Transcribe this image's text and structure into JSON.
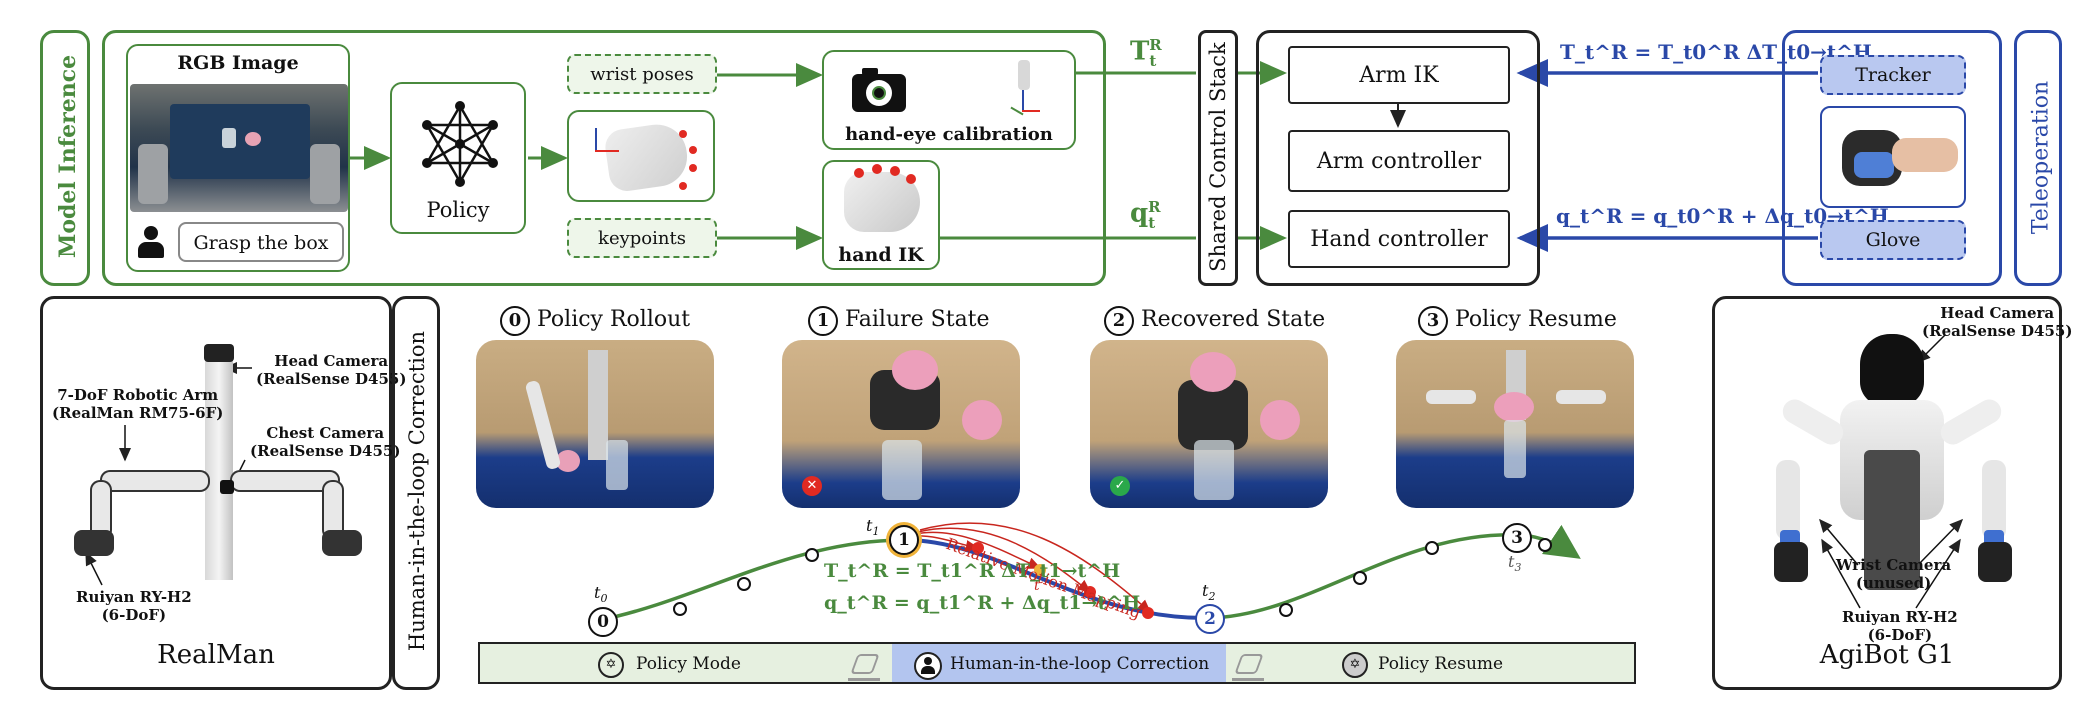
{
  "top": {
    "model_inference": "Model Inference",
    "rgb_image": "RGB Image",
    "grasp": "Grasp the box",
    "policy": "Policy",
    "wrist_poses": "wrist poses",
    "keypoints": "keypoints",
    "hand_eye": "hand-eye calibration",
    "hand_ik": "hand IK",
    "shared_stack": "Shared Control Stack",
    "arm_ik": "Arm IK",
    "arm_controller": "Arm controller",
    "hand_controller": "Hand controller",
    "tracker": "Tracker",
    "glove": "Glove",
    "teleoperation": "Teleoperation",
    "T_left": "T",
    "T_left_sub": "t",
    "T_left_sup": "R",
    "q_left": "q",
    "q_left_sub": "t",
    "q_left_sup": "R",
    "eq_T": "T_t^R = T_t0^R ΔT_t0→t^H",
    "eq_q": "q_t^R = q_t0^R + Δq_t0→t^H"
  },
  "realman": {
    "title": "RealMan",
    "head_camera": "Head Camera",
    "head_camera_model": "(RealSense D455)",
    "arm": "7-DoF Robotic Arm",
    "arm_model": "(RealMan RM75-6F)",
    "chest_camera": "Chest Camera",
    "chest_camera_model": "(RealSense D455)",
    "hand": "Ruiyan RY-H2",
    "hand_dof": "(6-DoF)"
  },
  "hitl": {
    "side_label": "Human-in-the-loop Correction",
    "stages": [
      {
        "num": "0",
        "title": "Policy Rollout"
      },
      {
        "num": "1",
        "title": "Failure State"
      },
      {
        "num": "2",
        "title": "Recovered State"
      },
      {
        "num": "3",
        "title": "Policy Resume"
      }
    ],
    "t0": "t",
    "t0_sub": "0",
    "t1": "t",
    "t1_sub": "1",
    "t2": "t",
    "t2_sub": "2",
    "t3": "t",
    "t3_sub": "3",
    "t_mid": "t",
    "relative_motion": "Relative Motion Mapping",
    "eq1": "T_t^R = T_t1^R ΔT_t1→t^H",
    "eq2": "q_t^R = q_t1^R + Δq_t1→t^H",
    "mode_policy": "Policy Mode",
    "mode_hitl": "Human-in-the-loop Correction",
    "mode_resume": "Policy Resume"
  },
  "agibot": {
    "title": "AgiBot G1",
    "head_camera": "Head Camera",
    "head_camera_model": "(RealSense D455)",
    "wrist_camera": "Wrist Camera",
    "wrist_camera_note": "(unused)",
    "hand": "Ruiyan RY-H2",
    "hand_dof": "(6-DoF)"
  },
  "colors": {
    "green": "#4a8a3e",
    "blue": "#2a48a8",
    "red": "#c8261e",
    "black": "#222222"
  }
}
